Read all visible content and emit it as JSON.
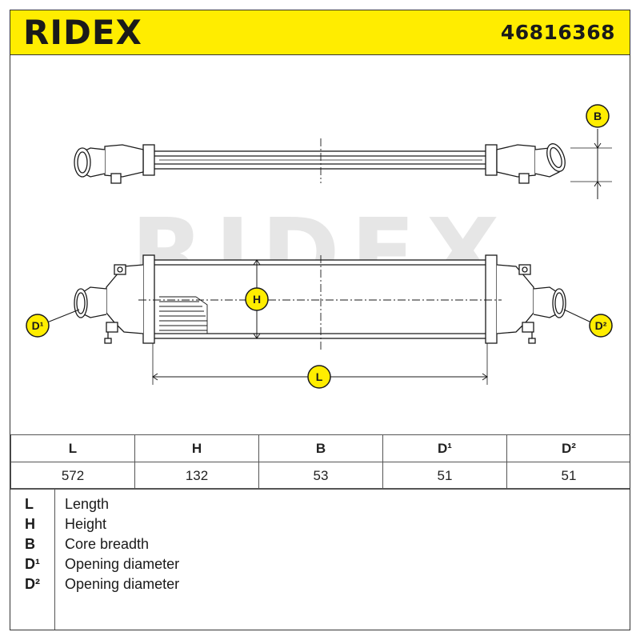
{
  "header": {
    "brand": "RIDEX",
    "part_number": "46816368"
  },
  "watermark": "RIDEX",
  "diagram": {
    "labels": {
      "b": "B",
      "h": "H",
      "l": "L",
      "d1": "D¹",
      "d2": "D²"
    }
  },
  "dimensions_table": {
    "headers": [
      "L",
      "H",
      "B",
      "D¹",
      "D²"
    ],
    "values": [
      "572",
      "132",
      "53",
      "51",
      "51"
    ]
  },
  "legend": [
    {
      "code": "L",
      "description": "Length"
    },
    {
      "code": "H",
      "description": "Height"
    },
    {
      "code": "B",
      "description": "Core breadth"
    },
    {
      "code": "D¹",
      "description": "Opening diameter"
    },
    {
      "code": "D²",
      "description": "Opening diameter"
    }
  ],
  "colors": {
    "header_bg": "#ffed00",
    "line": "#1a1a1a",
    "watermark": "#e4e4e4"
  }
}
